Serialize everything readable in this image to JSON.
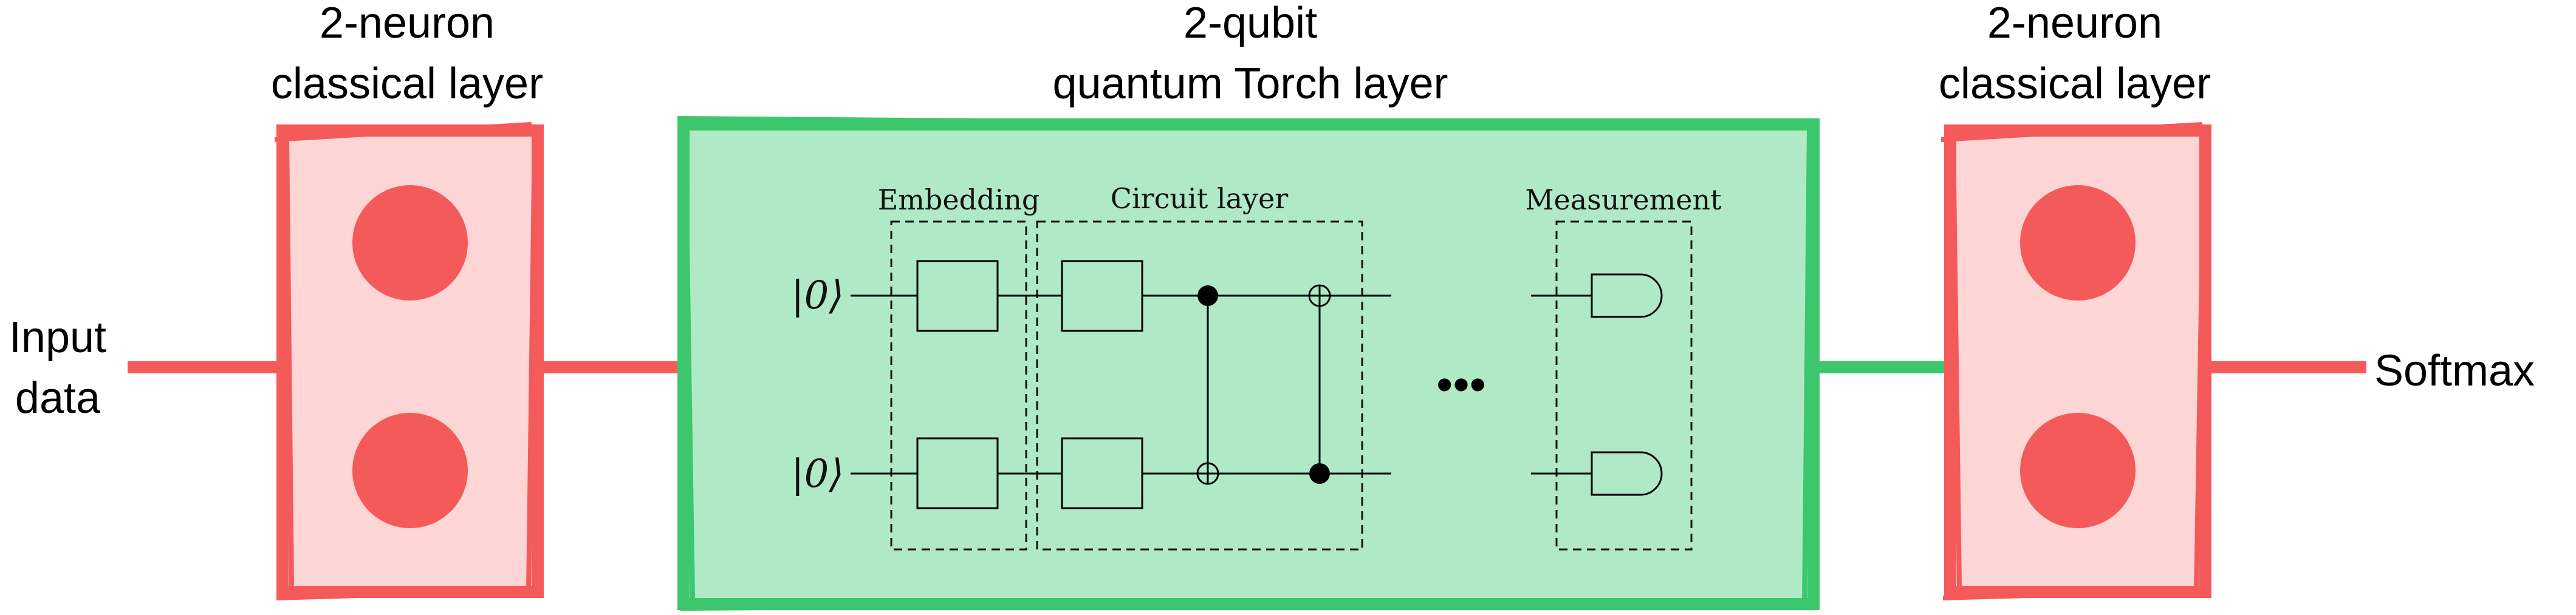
{
  "labels": {
    "input": [
      "Input",
      "data"
    ],
    "output": "Softmax",
    "left_layer": [
      "2-neuron",
      "classical layer"
    ],
    "quantum_layer": [
      "2-qubit",
      "quantum Torch layer"
    ],
    "right_layer": [
      "2-neuron",
      "classical layer"
    ]
  },
  "circuit": {
    "embedding_label": "Embedding",
    "circuit_layer_label": "Circuit layer",
    "measurement_label": "Measurement",
    "qubit_states": [
      "|0⟩",
      "|0⟩"
    ],
    "ellipsis": "•••"
  },
  "colors": {
    "classical_fill": "#fdd5d5",
    "classical_stroke": "#f45a5a",
    "neuron": "#f55a5a",
    "quantum_fill": "#b0e9c6",
    "quantum_stroke": "#3cc76c",
    "wire": "#000000"
  }
}
